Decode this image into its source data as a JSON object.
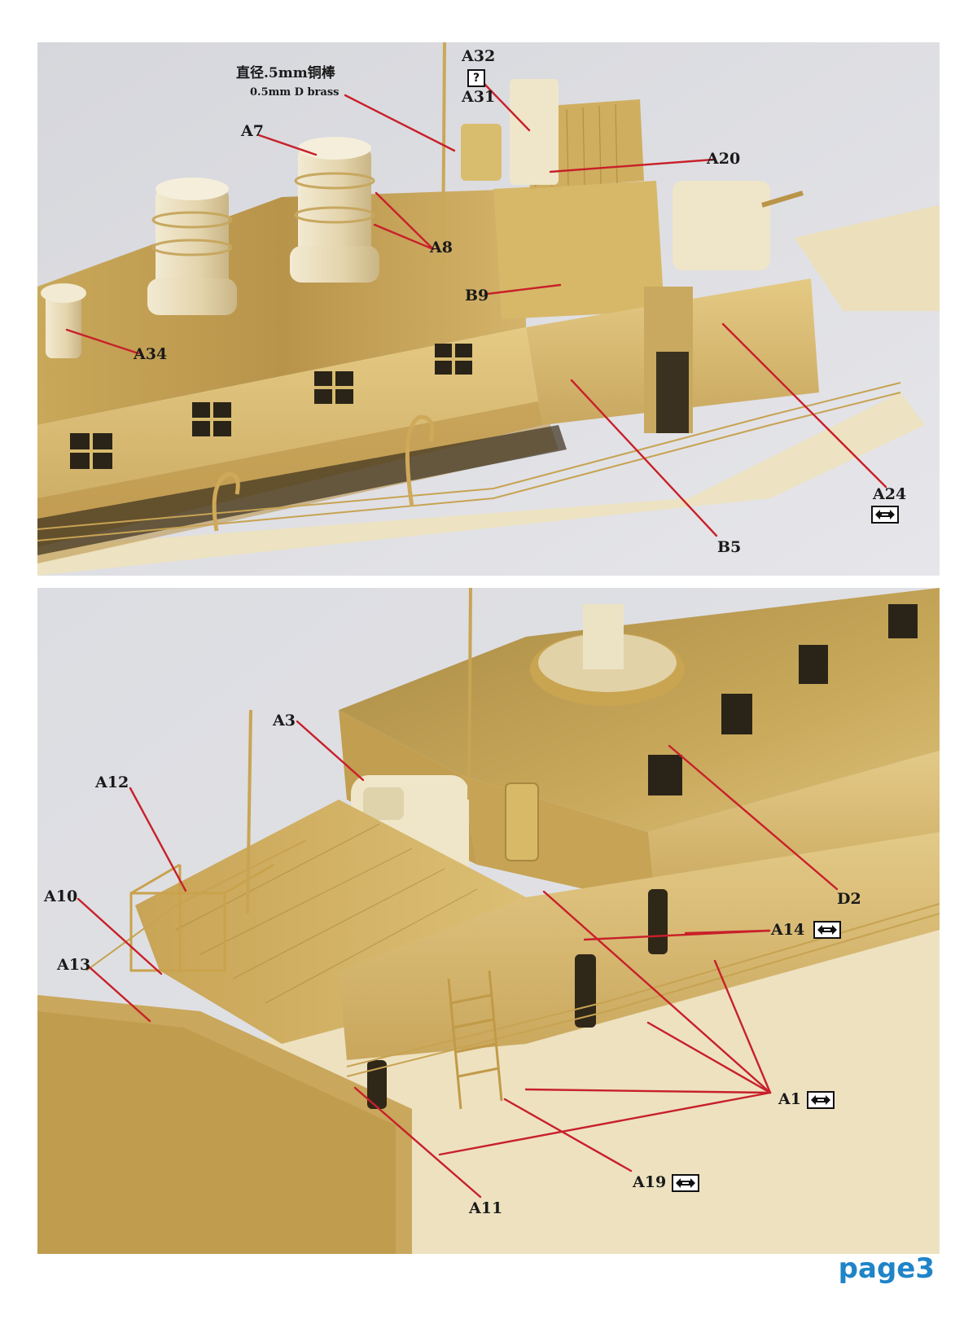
{
  "top_panel": {
    "labels": {
      "rod_cn": "直径.5mm铜棒",
      "rod_en": "0.5mm D brass",
      "a32": "A32",
      "a31": "A31",
      "a7": "A7",
      "a20": "A20",
      "a8": "A8",
      "b9": "B9",
      "a34": "A34",
      "a24": "A24",
      "b5": "B5"
    },
    "question_mark": "?"
  },
  "bottom_panel": {
    "labels": {
      "a3": "A3",
      "a12": "A12",
      "a10": "A10",
      "a13": "A13",
      "d2": "D2",
      "a14": "A14",
      "a1": "A1",
      "a19": "A19",
      "a11": "A11"
    }
  },
  "page": {
    "number": "page3"
  },
  "colors": {
    "callout_line": "#c8202a",
    "page_number": "#1f84c8",
    "brass": "#d9bd6e",
    "resin": "#ece0bd",
    "backdrop": "#dcdde2"
  },
  "icons": [
    "double-arrow-icon",
    "question-icon"
  ]
}
